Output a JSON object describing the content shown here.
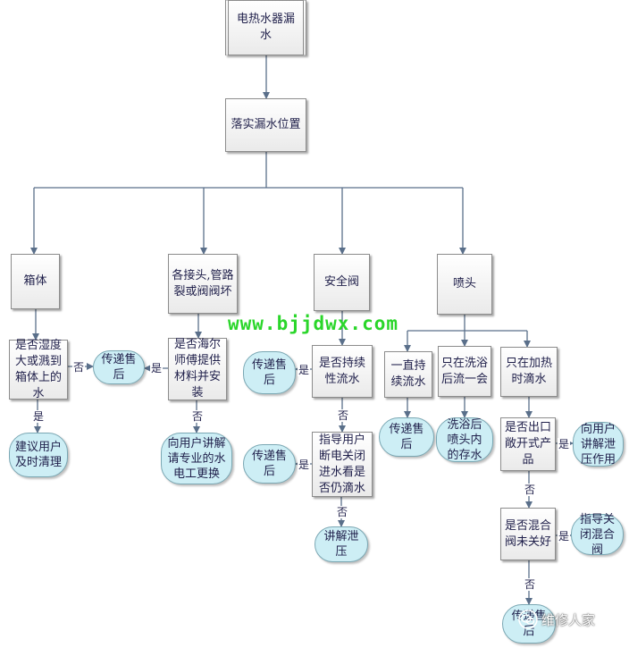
{
  "nodes": {
    "root": "电热水器漏水",
    "locate": "落实漏水位置",
    "tank": "箱体",
    "joints": "各接头,管路裂或阀阀坏",
    "valve": "安全阀",
    "nozzle": "喷头",
    "tank_q": "是否湿度大或溅到箱体上的水",
    "tank_svc": "传递售后",
    "tank_advice": "建议用户及时清理",
    "joints_q": "是否海尔师傅提供材料并安装",
    "joints_advice": "向用户讲解请专业的水电工更换",
    "valve_q": "是否持续性流水",
    "valve_svc1": "传递售后",
    "valve_q2": "指导用户断电关闭进水看是否仍滴水",
    "valve_svc2": "传递售后",
    "valve_explain": "讲解泄压",
    "nozzle_a": "一直持续流水",
    "nozzle_a_svc": "传递售后",
    "nozzle_b": "只在洗浴后流一会",
    "nozzle_b_ans": "洗浴后喷头内的存水",
    "nozzle_c": "只在加热时滴水",
    "nozzle_c_q1": "是否出口敞开式产品",
    "nozzle_c_ans1": "向用户讲解泄压作用",
    "nozzle_c_q2": "是否混合阀未关好",
    "nozzle_c_ans2": "指导关闭混合阀",
    "nozzle_c_svc": "传递售后"
  },
  "labels": {
    "yes": "是",
    "no": "否"
  },
  "watermark": "www.bjjdwx.com",
  "brand": "维修人家",
  "colors": {
    "line": "#5a6f8a",
    "pill_fill": "#cdeef5",
    "watermark": "#2ad62a"
  }
}
